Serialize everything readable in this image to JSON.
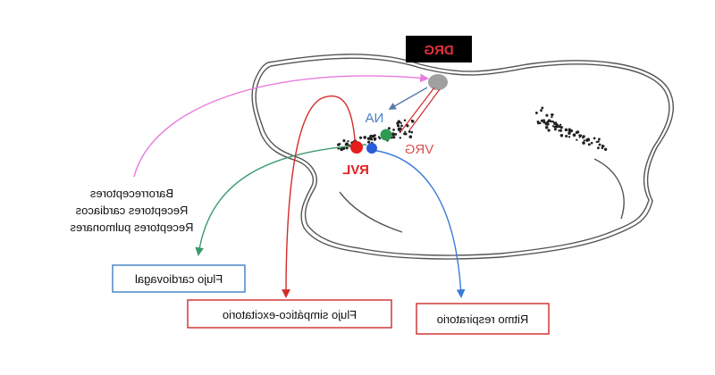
{
  "title_label": "DRG",
  "nuclei": {
    "na": "NA",
    "vrg": "VRG",
    "rvl": "RVL"
  },
  "receptors": [
    "Barorreceptores",
    "Receptores cardiacos",
    "Receptores pulmonares"
  ],
  "outputs": {
    "cardiovagal": "Flujo cardiovagal",
    "simpatico": "Flujo simpático-excitatorio",
    "respiratorio": "Ritmo respiratorio"
  },
  "colors": {
    "drg_text": "#e0313a",
    "drg_bg": "#000000",
    "na": "#4a7fc0",
    "vrg": "#d9534f",
    "rvl": "#e02020",
    "dot_green": "#2e9a52",
    "dot_red": "#e81c1c",
    "dot_blue": "#2a5bd8",
    "dot_grey": "#a0a0a0",
    "magenta": "#e87be0",
    "green_arrow": "#3a9a6a",
    "red_arrow": "#d42a2a",
    "blue_arrow": "#3a7ad8",
    "box_blue": "#3b7fc4",
    "box_red": "#cc2b2b"
  }
}
